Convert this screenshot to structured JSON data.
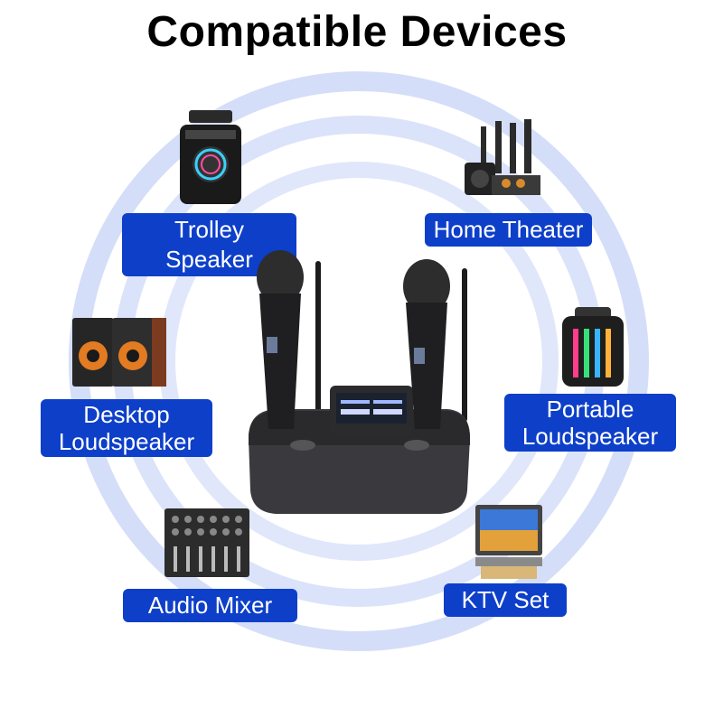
{
  "title": "Compatible Devices",
  "devices": {
    "trolley_speaker": "Trolley Speaker",
    "home_theater": "Home Theater",
    "desktop_loudspeaker": [
      "Desktop",
      "Loudspeaker"
    ],
    "portable_loudspeaker": [
      "Portable",
      "Loudspeaker"
    ],
    "audio_mixer": "Audio Mixer",
    "ktv_set": "KTV Set"
  },
  "colors": {
    "label_bg": "#0d3fc9",
    "ring": "#b9c8f2"
  }
}
